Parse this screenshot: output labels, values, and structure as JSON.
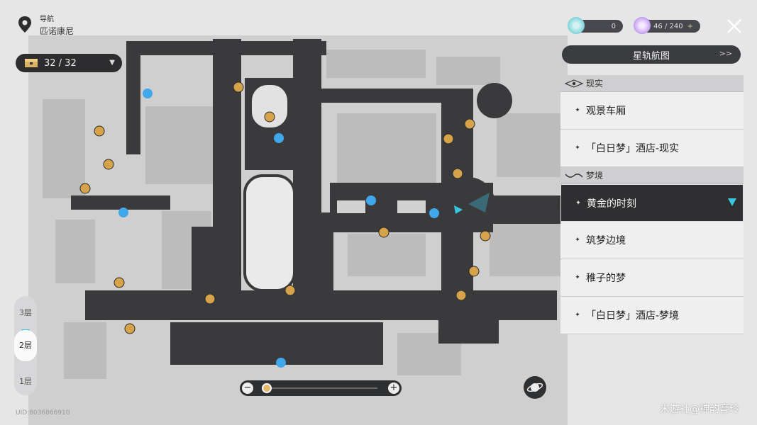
{
  "navigation": {
    "label": "导航",
    "location": "匹诺康尼"
  },
  "chest_counter": {
    "value": "32 / 32"
  },
  "resources": [
    {
      "icon": "fuel-icon",
      "value": "0",
      "color": "#7fd3d9"
    },
    {
      "icon": "trailblaze-power-icon",
      "value": "46 / 240",
      "plus": "+",
      "color": "#c9a6f2"
    }
  ],
  "route_button": {
    "label": "星轨航图"
  },
  "sections": [
    {
      "title": "现实",
      "items": [
        "观景车厢",
        "「白日梦」酒店-现实"
      ]
    },
    {
      "title": "梦境",
      "items": [
        "黄金的时刻",
        "筑梦边境",
        "稚子的梦",
        "「白日梦」酒店-梦境"
      ]
    }
  ],
  "selected_item": "黄金的时刻",
  "floors": [
    "3层",
    "2层",
    "1层"
  ],
  "current_floor": "2层",
  "zoom": {
    "minus": "−",
    "plus": "+",
    "level": 0.05
  },
  "uid": "UID:8036866910",
  "watermark": "米游社@神韵音玲",
  "colors": {
    "accent": "#38c7e0",
    "panel_dark": "#2f2f31",
    "map_road": "#3a3a3c",
    "map_bg": "#d6d6d6"
  }
}
